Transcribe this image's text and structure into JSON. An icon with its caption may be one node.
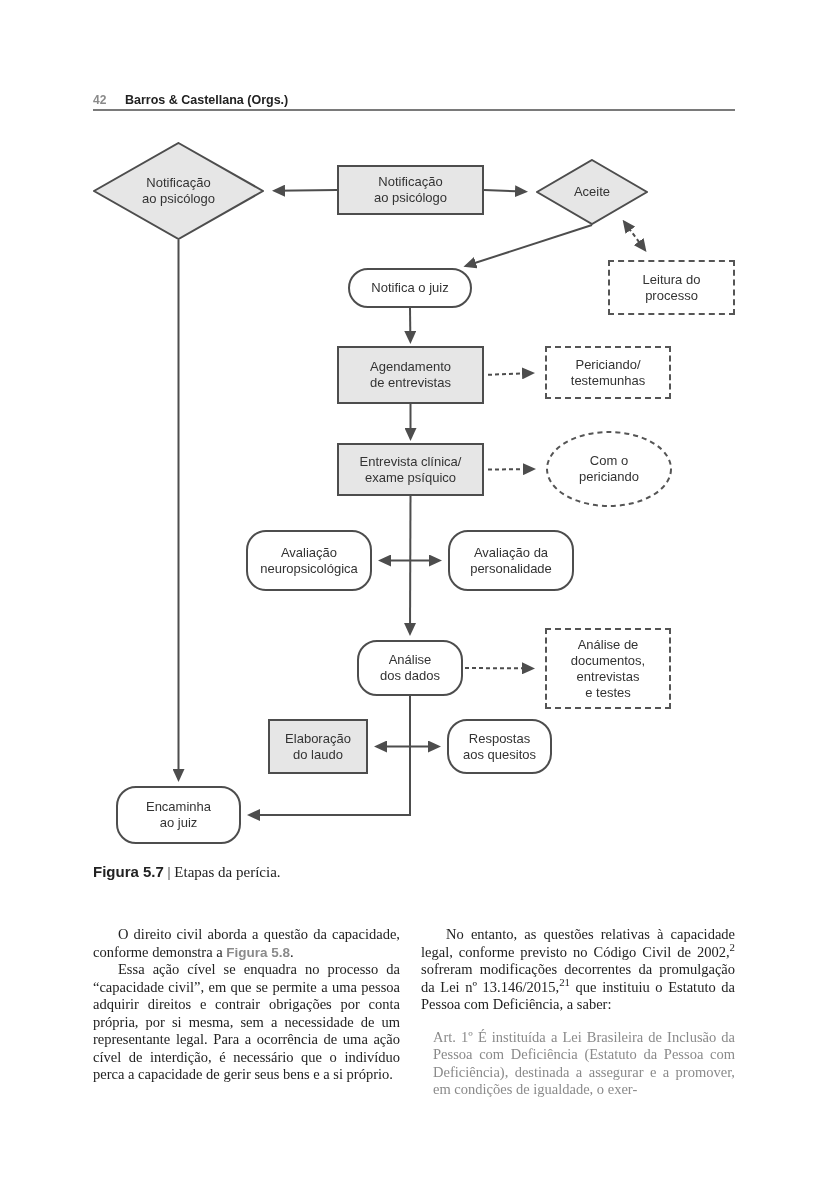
{
  "diagram": {
    "caption": "**Figura 5.7** | Etapas da perícia.",
    "nodes": [
      {
        "text": [
          "Notificação ao psicólogo"
        ]
      },
      {
        "text": [
          "Notificação ao psicólogo"
        ]
      },
      {
        "text": [
          "Aceite"
        ]
      },
      {
        "text": [
          "Notifica o juiz"
        ]
      },
      {
        "text": [
          "Leitura do processo"
        ]
      },
      {
        "text": [
          "Agendamento de entrevistas"
        ]
      },
      {
        "text": [
          "Periciando/ testemunhas"
        ]
      },
      {
        "text": [
          "Entrevista clínica/ exame psíquico"
        ]
      },
      {
        "text": [
          "Com o periciando"
        ]
      },
      {
        "text": [
          "Avaliação neuropsicológica"
        ]
      },
      {
        "text": [
          "Avaliação da personalidade"
        ]
      },
      {
        "text": [
          "Análise dos dados"
        ]
      },
      {
        "text": [
          "Análise de documentos, entrevistas e testes"
        ]
      },
      {
        "text": [
          "Elaboração do laudo"
        ]
      },
      {
        "text": [
          "Respostas aos quesitos"
        ]
      },
      {
        "text": [
          "Encaminha ao juiz"
        ]
      }
    ],
    "edges": [
      {
        "from": 1,
        "to": 0,
        "arrow": "to"
      },
      {
        "from": 1,
        "to": 2,
        "arrow": "to"
      },
      {
        "from": 2,
        "to": 3,
        "arrow": "to"
      },
      {
        "from": 2,
        "to": 4,
        "arrow": "both",
        "style": "dashed"
      },
      {
        "from": 3,
        "to": 5,
        "arrow": "to"
      },
      {
        "from": 5,
        "to": 6,
        "arrow": "to",
        "style": "dashed"
      },
      {
        "from": 5,
        "to": 7,
        "arrow": "to"
      },
      {
        "from": 7,
        "to": 8,
        "arrow": "to",
        "style": "dashed"
      },
      {
        "from": 9,
        "to": 10,
        "arrow": "both"
      },
      {
        "from": 7,
        "to": 11,
        "arrow": "to"
      },
      {
        "from": 11,
        "to": 12,
        "arrow": "to",
        "style": "dashed"
      },
      {
        "from": 13,
        "to": 14,
        "arrow": "both"
      },
      {
        "from": 11,
        "to": 15,
        "arrow": "to"
      },
      {
        "from": 0,
        "to": 15,
        "arrow": "to"
      }
    ],
    "labels": [
      "42",
      "Barros & Castellana (Orgs.)",
      "O direito civil aborda a questão da capacidade, conforme demonstra a **Figura 5.8**.",
      "Essa ação cível se enquadra no processo da “capacidade civil”, em que se permite a uma pessoa adquirir direitos e contrair obrigações por conta própria, por si mesma, sem a necessidade de um representante legal. Para a ocorrência de uma ação cível de interdição, é necessário que o indivíduo perca a capacidade de gerir seus bens e a si próprio.",
      "No entanto, as questões relativas à capacidade legal, conforme previsto no Código Civil de 2002,$^{2}$ sofreram modificações decorrentes da promulgação da Lei nº 13.146/2015,$^{21}$ que instituiu o Estatuto da Pessoa com Deficiência, a saber:",
      "Art. 1º É instituída a Lei Brasileira de Inclusão da Pessoa com Deficiência (Estatuto da Pessoa com Deficiência), destinada a assegurar e a promover, em condições de igualdade, o exer-"
    ]
  }
}
